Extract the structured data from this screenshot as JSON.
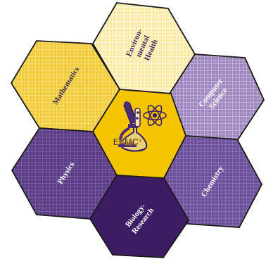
{
  "diagram": {
    "hexagons": [
      {
        "id": "environmental-health",
        "label_lines": [
          "Environ-",
          "mental",
          "Health"
        ],
        "fill": "#fbeaa0",
        "text_color": "#3a2a5a",
        "pattern": "pat-light-yellow"
      },
      {
        "id": "mathematics",
        "label_lines": [
          "Mathematics"
        ],
        "fill": "#f2cb3c",
        "text_color": "#3a2a5a",
        "pattern": "pat-yellow"
      },
      {
        "id": "computer-science",
        "label_lines": [
          "Computer",
          "Science"
        ],
        "fill": "#9e86bf",
        "text_color": "#ffffff",
        "pattern": "pat-light-purple"
      },
      {
        "id": "center",
        "label_lines": [],
        "fill": "#f5c400",
        "text_color": "#3a1f66",
        "pattern": "pat-none"
      },
      {
        "id": "physics",
        "label_lines": [
          "Physics"
        ],
        "fill": "#5a3d85",
        "text_color": "#ffffff",
        "pattern": "pat-purple"
      },
      {
        "id": "chemistry",
        "label_lines": [
          "Chemistry"
        ],
        "fill": "#6c4f99",
        "text_color": "#ffffff",
        "pattern": "pat-mid-purple"
      },
      {
        "id": "biology-research",
        "label_lines": [
          "Biology-",
          "Research"
        ],
        "fill": "#3c1c63",
        "text_color": "#ffffff",
        "pattern": "pat-none"
      }
    ],
    "center_icon": {
      "formula": "E=MC²",
      "icon_names": [
        "microscope-icon",
        "atom-icon",
        "flask-icon",
        "tube-icon"
      ]
    },
    "colors": {
      "outline": "#1a1a1a",
      "gold": "#f5c400",
      "deep_purple": "#3c1c63"
    }
  }
}
